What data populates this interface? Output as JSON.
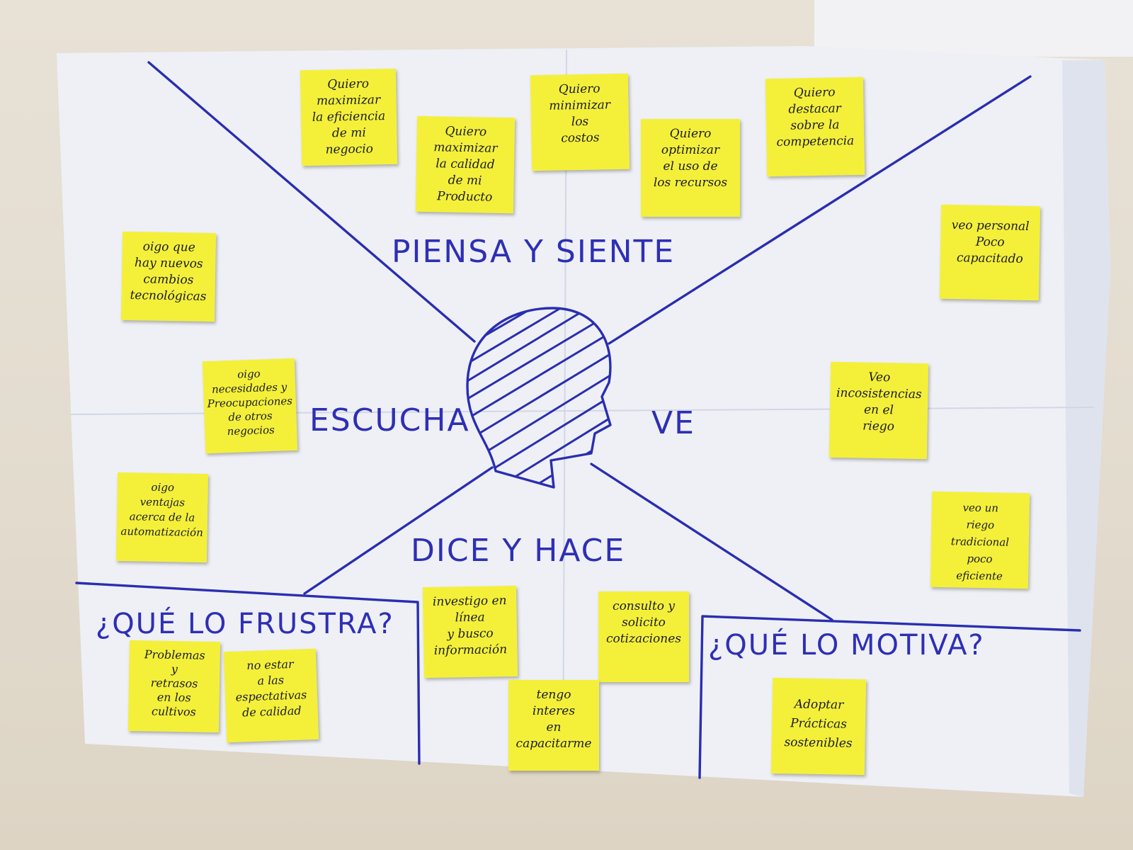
{
  "sections": {
    "think_feel": "PIENSA Y SIENTE",
    "hear": "ESCUCHA",
    "see": "VE",
    "say_do": "DICE Y HACE",
    "pains": "¿QUÉ LO FRUSTRA?",
    "gains": "¿QUÉ LO MOTIVA?"
  },
  "notes": {
    "think_1": "Quiero\nmaximizar\nla eficiencia\nde mi\nnegocio",
    "think_2": "Quiero\nmaximizar\nla calidad\nde mi\nProducto",
    "think_3": "Quiero\nminimizar\nlos\ncostos",
    "think_4": "Quiero\noptimizar\nel uso de\nlos recursos",
    "think_5": "Quiero\ndestacar\nsobre la\ncompetencia",
    "hear_1": "oigo que\nhay nuevos\ncambios\ntecnológicas",
    "hear_2": "oigo\nnecesidades y\nPreocupaciones\nde otros\nnegocios",
    "hear_3": "oigo\nventajas\nacerca de la\nautomatización",
    "see_1": "veo personal\nPoco\ncapacitado",
    "see_2": "Veo\nincosistencias\nen el\nriego",
    "see_3": "veo un\nriego tradicional\npoco\neficiente",
    "do_1": "investigo en\nlínea\ny busco\ninformación",
    "do_2": "consulto y\nsolicito\ncotizaciones",
    "do_3": "tengo\ninteres\nen\ncapacitarme",
    "pain_1": "Problemas\ny\nretrasos\nen los\ncultivos",
    "pain_2": "no estar\na las\nespectativas\nde calidad",
    "gain_1": "Adoptar\nPrácticas\nsostenibles"
  },
  "colors": {
    "marker": "#2a2eb0",
    "sticky": "#f4f03a",
    "paper": "#eef0f6",
    "wall": "#e2dbce"
  }
}
